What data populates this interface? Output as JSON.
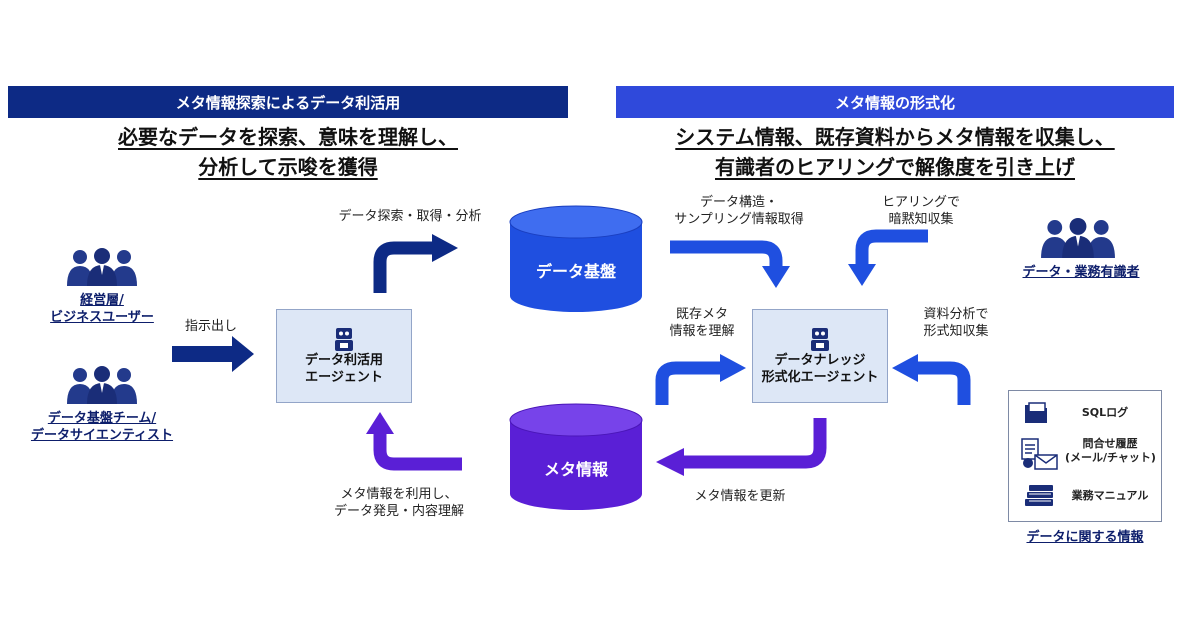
{
  "left_section": {
    "banner": "メタ情報探索によるデータ利活用",
    "headline_line1": "必要なデータを探索、意味を理解し、",
    "headline_line2": "分析して示唆を獲得"
  },
  "right_section": {
    "banner": "メタ情報の形式化",
    "headline_line1": "システム情報、既存資料からメタ情報を収集し、",
    "headline_line2": "有識者のヒアリングで解像度を引き上げ"
  },
  "people": {
    "management": "経営層/",
    "business_users": "ビジネスユーザー",
    "platform_team": "データ基盤チーム/",
    "data_scientists": "データサイエンティスト",
    "experts": "データ・業務有識者"
  },
  "agents": {
    "usage_agent_line1": "データ利活用",
    "usage_agent_line2": "エージェント",
    "knowledge_agent_line1": "データナレッジ",
    "knowledge_agent_line2": "形式化エージェント"
  },
  "databases": {
    "data_platform": "データ基盤",
    "meta_info": "メタ情報"
  },
  "flows": {
    "instruct": "指示出し",
    "search_acquire_analyze": "データ探索・取得・分析",
    "structure_line1": "データ構造・",
    "structure_line2": "サンプリング情報取得",
    "hearing_line1": "ヒアリングで",
    "hearing_line2": "暗黙知収集",
    "existing_meta_line1": "既存メタ",
    "existing_meta_line2": "情報を理解",
    "doc_analysis_line1": "資料分析で",
    "doc_analysis_line2": "形式知収集",
    "use_meta_line1": "メタ情報を利用し、",
    "use_meta_line2": "データ発見・内容理解",
    "update_meta": "メタ情報を更新"
  },
  "info_box": {
    "sql_log": "SQLログ",
    "inquiry_line1": "問合せ履歴",
    "inquiry_line2": "(メール/チャット)",
    "manual": "業務マニュアル",
    "caption": "データに関する情報"
  },
  "colors": {
    "navy": "#0d2a85",
    "royal_blue": "#2f49db",
    "db_blue": "#1f4fe0",
    "purple": "#5a1fd6",
    "agent_box": "#dde7f6"
  },
  "icons": [
    "people-icon",
    "robot-icon",
    "database-icon",
    "document-icon",
    "mail-icon",
    "books-icon"
  ]
}
